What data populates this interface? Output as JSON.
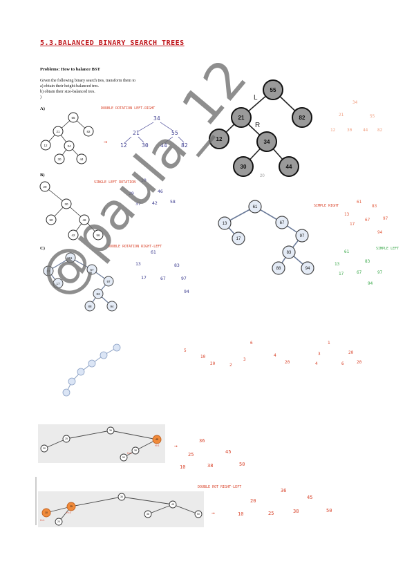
{
  "title": "5.3.BALANCED BINARY SEARCH TREES",
  "problems_heading": "Problems: How to balance BST",
  "intro": [
    "Given the following binary search tres, transform them to",
    "a) obtain their height-balanced tres.",
    "b) obtain their size-balanced tres.",
    ")"
  ],
  "sections": [
    "A)",
    "B)",
    "C)"
  ],
  "top_tree": {
    "nodes": [
      "55",
      "21",
      "82",
      "12",
      "34",
      "30",
      "44"
    ],
    "labels": [
      "L",
      "R"
    ],
    "footer": "20"
  },
  "tree_a": {
    "nodes": [
      "55",
      "21",
      "82",
      "12",
      "34",
      "30",
      "44"
    ],
    "note": "DOUBLE ROTATION LEFT-RIGHT",
    "result": [
      "34",
      "21",
      "55",
      "12",
      "30",
      "44",
      "82"
    ]
  },
  "tree_b": {
    "nodes": [
      "29",
      "30",
      "50",
      "46",
      "42",
      "56"
    ],
    "note": "SINGLE LEFT ROTATION",
    "result": [
      "30",
      "29",
      "46",
      "37",
      "42",
      "58"
    ]
  },
  "tree_c": {
    "nodes": [
      "61",
      "13",
      "17",
      "67",
      "97",
      "83",
      "88",
      "94"
    ],
    "note": "DOUBLE ROTATION RIGHT-LEFT",
    "result": [
      "61",
      "13",
      "83",
      "17",
      "67",
      "97",
      "94"
    ]
  },
  "tree_d": {
    "nodes": [
      "61",
      "13",
      "17",
      "67",
      "97",
      "83",
      "88",
      "94"
    ],
    "notes": [
      "SIMPLE RIGHT",
      "SIMPLE LEFT"
    ]
  },
  "row4_values": [
    "5",
    "10",
    "20",
    "6",
    "4",
    "3",
    "2",
    "1"
  ],
  "tree_e": {
    "nodes": [
      "30",
      "25",
      "36",
      "45",
      "38",
      "50"
    ],
    "labels": [
      "H=1",
      "H=1"
    ],
    "result": [
      "36",
      "25",
      "45",
      "10",
      "38",
      "50"
    ]
  },
  "tree_f": {
    "nodes": [
      "10",
      "25",
      "36",
      "45",
      "38",
      "50",
      "20"
    ],
    "labels": [
      "H=1",
      "H=3"
    ],
    "note": "DOUBLE ROT RIGHT-LEFT",
    "result": [
      "36",
      "20",
      "45",
      "10",
      "25",
      "38",
      "50"
    ]
  },
  "watermark": "@paula_12"
}
